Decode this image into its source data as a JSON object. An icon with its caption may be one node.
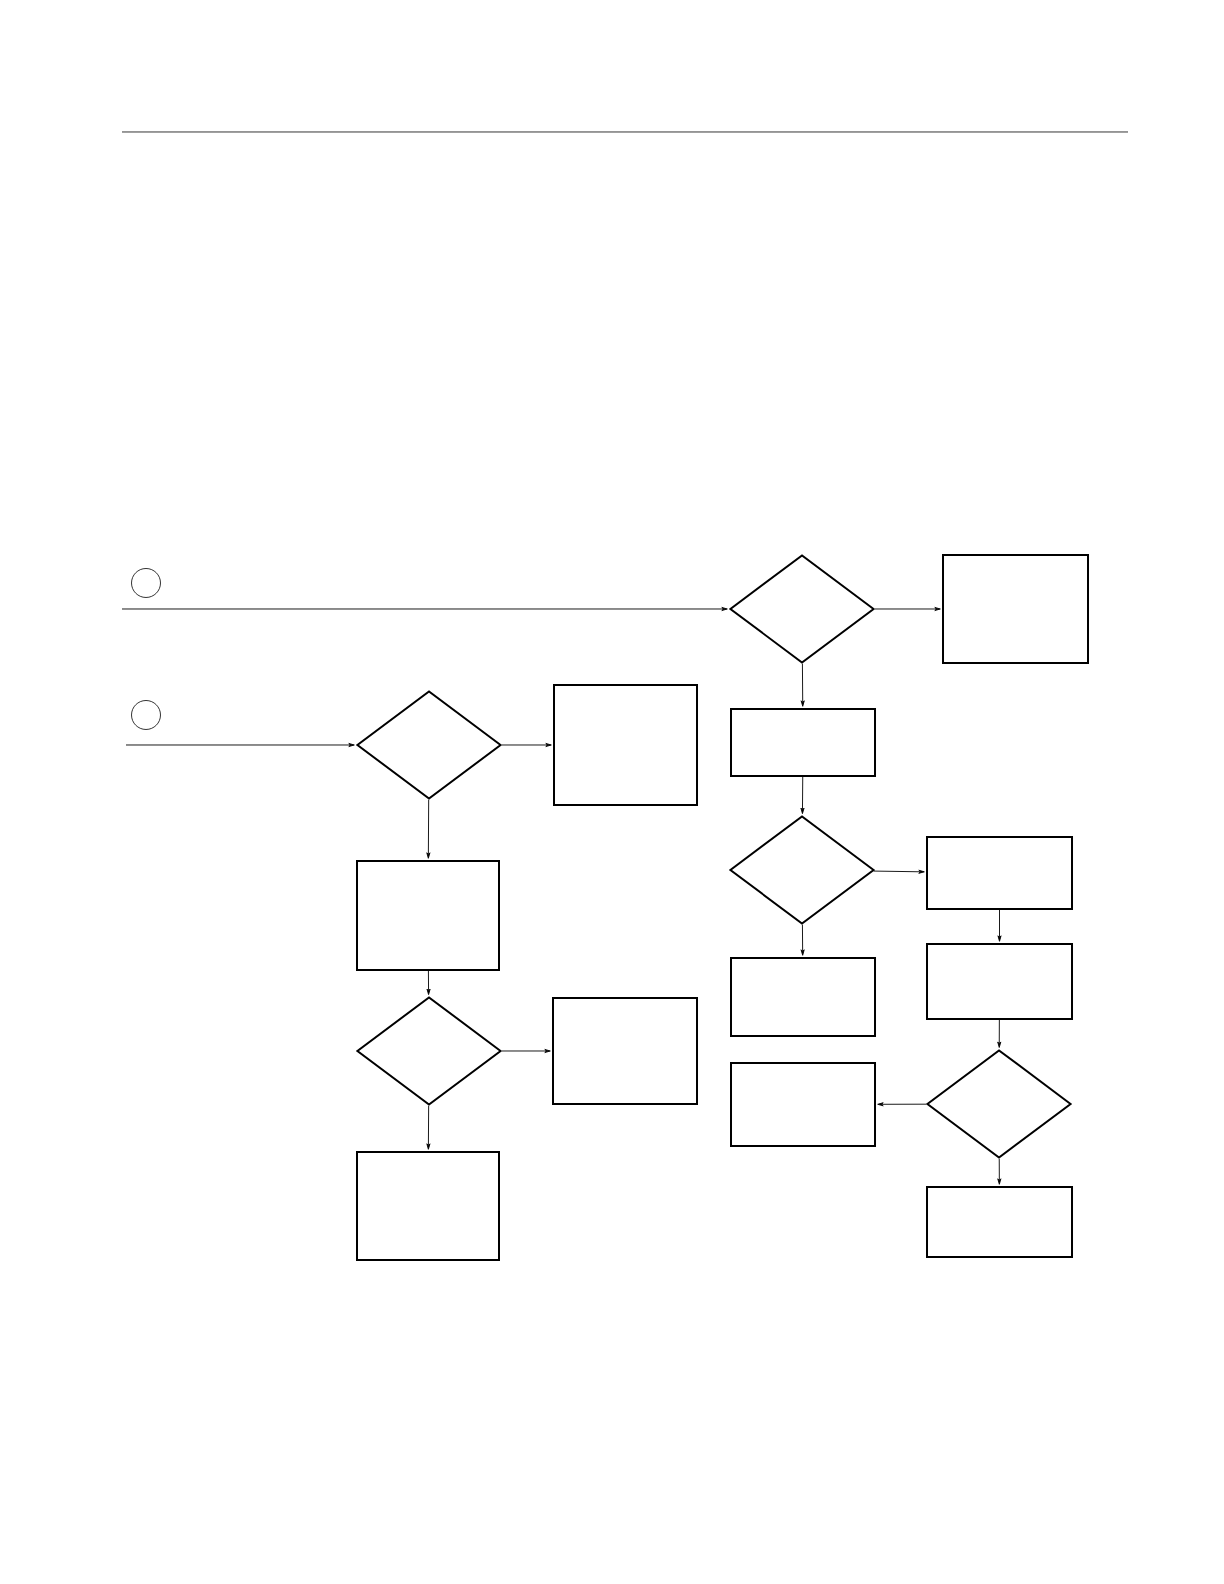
{
  "diagram": {
    "nodes": [
      {
        "text": [],
        "shape": "circle"
      },
      {
        "text": [],
        "shape": "circle"
      },
      {
        "text": [],
        "shape": "diamond"
      },
      {
        "text": [],
        "shape": "box"
      },
      {
        "text": [],
        "shape": "diamond"
      },
      {
        "text": [],
        "shape": "box"
      },
      {
        "text": [],
        "shape": "box"
      },
      {
        "text": [],
        "shape": "box"
      },
      {
        "text": [],
        "shape": "diamond"
      },
      {
        "text": [],
        "shape": "box"
      },
      {
        "text": [],
        "shape": "box"
      },
      {
        "text": [],
        "shape": "box"
      },
      {
        "text": [],
        "shape": "diamond"
      },
      {
        "text": [],
        "shape": "box"
      },
      {
        "text": [],
        "shape": "box"
      },
      {
        "text": [],
        "shape": "diamond"
      },
      {
        "text": [],
        "shape": "box"
      },
      {
        "text": [],
        "shape": "box"
      }
    ],
    "edges": [
      {
        "from": null,
        "to": 2,
        "arrow": "to"
      },
      {
        "from": null,
        "to": 4,
        "arrow": "to"
      },
      {
        "from": 2,
        "to": 3,
        "arrow": "to"
      },
      {
        "from": 2,
        "to": 6,
        "arrow": "to"
      },
      {
        "from": 4,
        "to": 5,
        "arrow": "to"
      },
      {
        "from": 4,
        "to": 7,
        "arrow": "to"
      },
      {
        "from": 6,
        "to": 8,
        "arrow": "to"
      },
      {
        "from": 7,
        "to": 12,
        "arrow": "to"
      },
      {
        "from": 8,
        "to": 9,
        "arrow": "to"
      },
      {
        "from": 8,
        "to": 10,
        "arrow": "to"
      },
      {
        "from": 9,
        "to": 11,
        "arrow": "to"
      },
      {
        "from": 12,
        "to": 13,
        "arrow": "to"
      },
      {
        "from": 12,
        "to": 16,
        "arrow": "to"
      },
      {
        "from": 11,
        "to": 15,
        "arrow": "to"
      },
      {
        "from": 15,
        "to": 14,
        "arrow": "to"
      },
      {
        "from": 15,
        "to": 17,
        "arrow": "to"
      }
    ]
  }
}
